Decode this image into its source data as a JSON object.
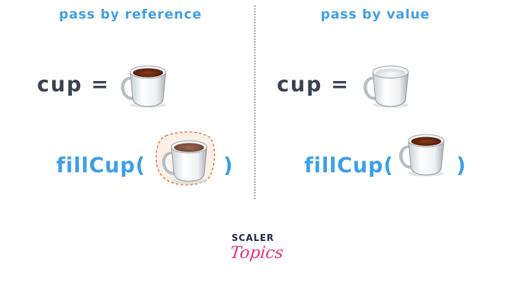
{
  "left_panel": {
    "title": "pass by reference",
    "assignment": "cup =",
    "call_open": "fillCup(",
    "call_close": ")"
  },
  "right_panel": {
    "title": "pass by value",
    "assignment": "cup =",
    "call_open": "fillCup(",
    "call_close": ")"
  },
  "logo": {
    "line1": "SCALER",
    "line2": "Topics"
  },
  "colors": {
    "title_blue": "#3d9fe8",
    "code_dark": "#3a4252",
    "coffee": "#6b2a12",
    "highlight_orange": "#e8793a",
    "logo_dark": "#1e2742",
    "logo_pink": "#e6317b"
  },
  "icons": {
    "cup_full": "coffee-cup-full-icon",
    "cup_empty": "coffee-cup-empty-icon",
    "cup_highlighted": "coffee-cup-highlighted-icon"
  }
}
